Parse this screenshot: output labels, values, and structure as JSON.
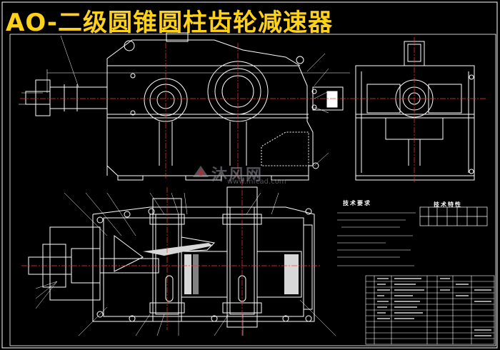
{
  "title": "AO-二级圆锥圆柱齿轮减速器",
  "watermark": {
    "brand": "沐风网",
    "url": "www.mfcad.com"
  },
  "technical_requirements_heading": "技术要求",
  "technical_specs_heading": "技术特性",
  "colors": {
    "background": "#000000",
    "outline": "#ffffff",
    "center_line": "#ff3b30",
    "leader": "#ffffff",
    "title": "#ffd21a",
    "gear_fill": "#d8d8d8"
  }
}
